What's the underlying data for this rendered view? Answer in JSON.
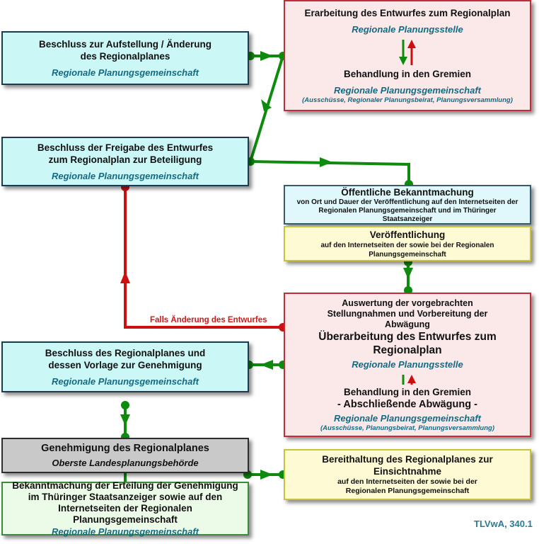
{
  "boxes": {
    "beschluss_aufstellung": {
      "title": "Beschluss zur Aufstellung / Änderung des Regionalplanes",
      "org": "Regionale Planungsgemeinschaft"
    },
    "erarbeitung": {
      "title": "Erarbeitung des Entwurfes zum Regionalplan",
      "org": "Regionale Planungsstelle",
      "title2": "Behandlung in den Gremien",
      "org2": "Regionale Planungsgemeinschaft",
      "note": "(Ausschüsse, Regionaler Planungsbeirat, Planungsversammlung)"
    },
    "beschluss_freigabe": {
      "title": "Beschluss der Freigabe des Entwurfes zum Regionalplan zur Beteiligung",
      "org": "Regionale Planungsgemeinschaft"
    },
    "bekanntmachung": {
      "title": "Öffentliche Bekanntmachung",
      "text": "von Ort und Dauer der Veröffentlichung auf den Internetseiten der Regionalen Planungsgemeinschaft und im Thüringer Staatsanzeiger"
    },
    "veroeffentlichung": {
      "title": "Veröffentlichung",
      "text": "auf den Internetseiten der sowie bei der Regionalen Planungsgemeinschaft"
    },
    "auswertung": {
      "intro": "Auswertung der vorgebrachten Stellungnahmen und Vorbereitung der Abwägung",
      "title": "Überarbeitung des Entwurfes zum Regionalplan",
      "org": "Regionale Planungsstelle",
      "title2": "Behandlung in den Gremien",
      "title3": "- Abschließende Abwägung -",
      "org2": "Regionale Planungsgemeinschaft",
      "note": "(Ausschüsse, Planungsbeirat, Planungsversammlung)"
    },
    "beschluss_regionalplan": {
      "title": "Beschluss des Regionalplanes und dessen Vorlage zur Genehmigung",
      "org": "Regionale Planungsgemeinschaft"
    },
    "genehmigung": {
      "title": "Genehmigung des Regionalplanes",
      "org": "Oberste Landesplanungsbehörde"
    },
    "bekanntmachung_erteilung": {
      "title": "Bekanntmachung der Erteilung der Genehmigung im Thüringer Staatsanzeiger sowie auf den Internetseiten der Regionalen Planungsgemeinschaft",
      "org": "Regionale Planungsgemeinschaft"
    },
    "bereithaltung": {
      "title": "Bereithaltung des Regionalplanes zur Einsichtnahme",
      "text": "auf den Internetseiten der sowie bei der Regionalen Planungsgemeinschaft"
    }
  },
  "labels": {
    "falls_aenderung": "Falls Änderung des Entwurfes",
    "credit": "TLVwA, 340.1"
  },
  "colors": {
    "green_line": "#0e8a0e",
    "red_line": "#cc1010",
    "org_text": "#136a82"
  }
}
